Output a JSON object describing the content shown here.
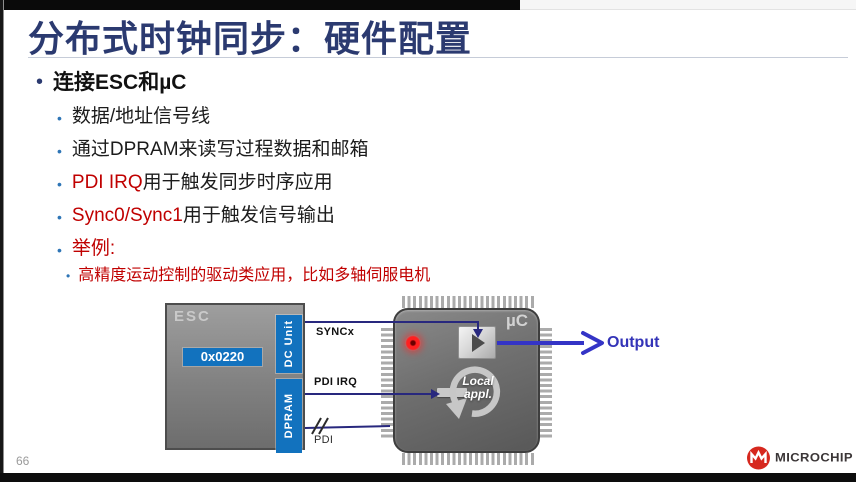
{
  "slide": {
    "title": "分布式时钟同步：硬件配置",
    "page_number": "66"
  },
  "bullets": {
    "level1": "连接ESC和µC",
    "items": [
      {
        "red": "",
        "black": "数据/地址信号线"
      },
      {
        "red": "",
        "black": "通过DPRAM来读写过程数据和邮箱"
      },
      {
        "red": "PDI IRQ",
        "black": "用于触发同步时序应用"
      },
      {
        "red": "Sync0/Sync1",
        "black": "用于触发信号输出"
      },
      {
        "red": "举例:",
        "black": ""
      }
    ],
    "sub_item": "高精度运动控制的驱动类应用，比如多轴伺服电机"
  },
  "diagram": {
    "esc_label": "ESC",
    "register_value": "0x0220",
    "dc_unit_label": "DC Unit",
    "dpram_label": "DPRAM",
    "syncx_label": "SYNCx",
    "pdi_irq_label": "PDI IRQ",
    "pdi_label": "PDI",
    "uc_label": "µC",
    "local_app_line1": "Local",
    "local_app_line2": "appl.",
    "output_label": "Output",
    "icons": {
      "play_box": "interrupt-latch-icon",
      "local_ring": "loop-arrow-icon",
      "bus_slash": "bus-width-slashes",
      "laser_dot": "laser-pointer-dot"
    }
  },
  "footer": {
    "page_number": "66",
    "logo_text": "Microchip"
  },
  "colors": {
    "title_navy": "#2B3A70",
    "accent_red": "#C00000",
    "bullet_blue": "#2E75B6",
    "microchip_blue": "#1272BE",
    "signal_line_navy": "#28287E",
    "output_blue": "#3434B8",
    "logo_red": "#D6281E"
  }
}
